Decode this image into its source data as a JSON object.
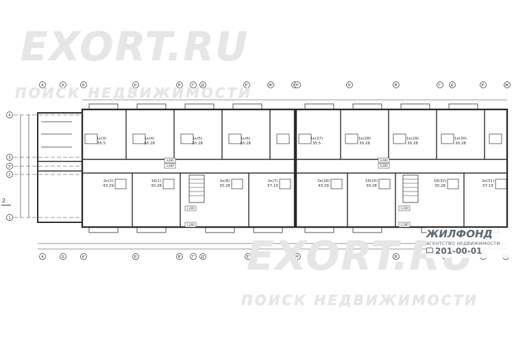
{
  "watermark": {
    "site": "EXORT.RU",
    "slogan": "ПОИСК НЕДВИЖИМОСТИ"
  },
  "logo": {
    "name": "ЖИЛФОНД",
    "subtitle": "АГЕНТСТВО НЕДВИЖИМОСТИ",
    "phone": "201-00-01"
  },
  "colors": {
    "lines": "#2b2b2b",
    "watermark": "#e6e6e6",
    "logo": "#5b6a75"
  },
  "axes": {
    "top_left": [
      "А",
      "Б",
      "А'",
      "Б'",
      "В'",
      "Г'",
      "Д'",
      "Е'",
      "Ж'",
      "Н'"
    ],
    "top_right": [
      "Н'",
      "Б'",
      "В'",
      "Г'",
      "Д'",
      "Е'",
      "Ж'",
      "Л'",
      "М'"
    ],
    "bottom_left": [
      "А",
      "Б",
      "А'",
      "Б'",
      "В'",
      "Г'",
      "Д'",
      "Е'",
      "Н'"
    ],
    "bottom_right": [
      "Н'",
      "Б'",
      "В'",
      "Г'",
      "Д'",
      "Е'",
      "Ж'",
      "Л'",
      "М'"
    ],
    "rows": [
      "4",
      "3",
      "3'",
      "2",
      "1"
    ]
  },
  "apartments": [
    {
      "label": "1к(3)",
      "area": "35.5"
    },
    {
      "label": "1к(4)",
      "area": "30.28"
    },
    {
      "label": "1к(5)",
      "area": "30.28"
    },
    {
      "label": "1к(6)",
      "area": "30.28"
    },
    {
      "label": "1к(27)",
      "area": "35.5"
    },
    {
      "label": "1к(28)",
      "area": "30.28"
    },
    {
      "label": "1к(29)",
      "area": "30.28"
    },
    {
      "label": "1к(30)",
      "area": "30.28"
    },
    {
      "label": "2к(2)",
      "area": "43.29"
    },
    {
      "label": "1б(1)",
      "area": "30.28"
    },
    {
      "label": "1к(8)",
      "area": "30.28"
    },
    {
      "label": "2к(7)",
      "area": "57.15"
    },
    {
      "label": "2к(26)",
      "area": "43.29"
    },
    {
      "label": "1б(25)",
      "area": "30.28"
    },
    {
      "label": "1б(32)",
      "area": "30.28"
    },
    {
      "label": "2к(31)",
      "area": "57.15"
    }
  ],
  "elevations": [
    "3,600",
    "3,600",
    "1,200",
    "1,200",
    "3,600",
    "3,600",
    "1,200",
    "1,200"
  ],
  "side_mark": "2"
}
